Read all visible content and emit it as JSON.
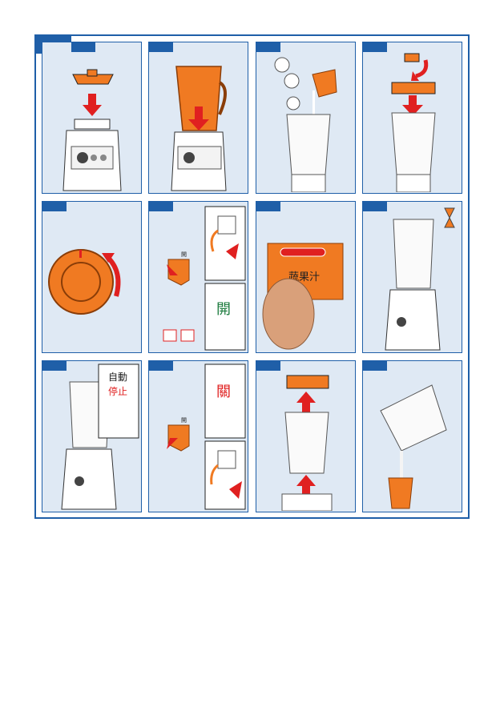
{
  "colors": {
    "frame": "#1f5fa8",
    "panel_bg": "#dfe9f4",
    "orange": "#f07a22",
    "red": "#e02020",
    "green": "#1a7a3c"
  },
  "panels": {
    "p10_label": "蔬果汁",
    "p6_top_label": "開",
    "p6_on": "開",
    "p9_auto": "自動",
    "p9_stop": "停止",
    "p10_off": "關",
    "p10_top_label": "開"
  }
}
